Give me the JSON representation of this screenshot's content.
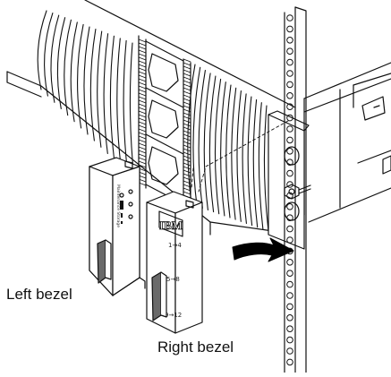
{
  "callouts": {
    "left_bezel": "Left bezel",
    "right_bezel": "Right bezel"
  },
  "bezel_markings": {
    "logo": "IBM",
    "drive_range_top": "1→4",
    "drive_range_middle": "5→8",
    "drive_range_bottom": "9→12"
  },
  "colors": {
    "line": "#111111",
    "fill": "#ffffff",
    "shade": "#6a6a6a",
    "arrow": "#000000"
  },
  "icons": {
    "insert_arrow": "push-arrow-icon"
  }
}
